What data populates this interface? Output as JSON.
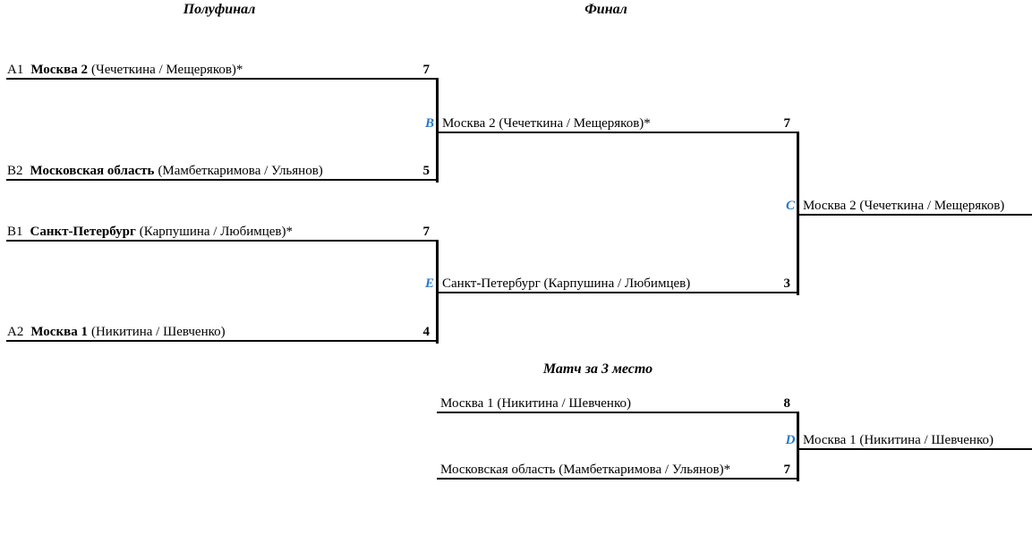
{
  "colors": {
    "tag_letter": "#2878C8",
    "line": "#000000",
    "text": "#000000",
    "background": "#FFFFFF"
  },
  "headers": {
    "semifinals": "Полуфинал",
    "final": "Финал",
    "third_place": "Матч за 3 место"
  },
  "semifinal1": {
    "top": {
      "seed": "A1",
      "team": "Москва 2",
      "players": "(Чечеткина / Мещеряков)*",
      "score": "7"
    },
    "bottom": {
      "seed": "B2",
      "team": "Московская область",
      "players": "(Мамбеткаримова / Ульянов)",
      "score": "5"
    }
  },
  "semifinal2": {
    "top": {
      "seed": "B1",
      "team": "Санкт-Петербург",
      "players": "(Карпушина / Любимцев)*",
      "score": "7"
    },
    "bottom": {
      "seed": "A2",
      "team": "Москва 1",
      "players": "(Никитина / Шевченко)",
      "score": "4"
    }
  },
  "final": {
    "top": {
      "tag": "B",
      "entry": "Москва 2 (Чечеткина / Мещеряков)*",
      "score": "7"
    },
    "bottom": {
      "tag": "E",
      "entry": "Санкт-Петербург (Карпушина / Любимцев)",
      "score": "3"
    }
  },
  "champion": {
    "tag": "C",
    "entry": "Москва 2 (Чечеткина / Мещеряков)"
  },
  "third_place": {
    "top": {
      "entry": "Москва 1 (Никитина / Шевченко)",
      "score": "8"
    },
    "bottom": {
      "entry": "Московская область (Мамбеткаримова / Ульянов)*",
      "score": "7"
    },
    "winner": {
      "tag": "D",
      "entry": "Москва 1 (Никитина / Шевченко)"
    }
  }
}
